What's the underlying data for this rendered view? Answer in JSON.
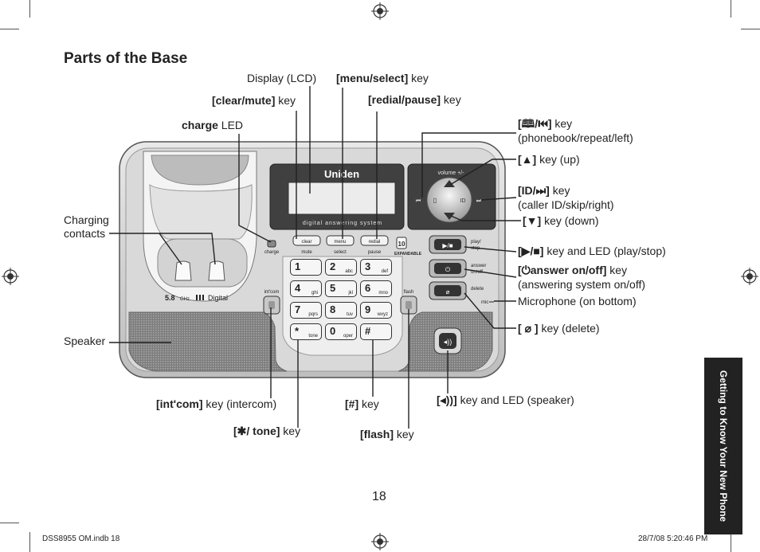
{
  "page": {
    "title": "Parts of the Base",
    "page_number": "18",
    "side_tab": "Getting to Know Your New Phone",
    "footer_left": "DSS8955 OM.indb   18",
    "footer_right": "28/7/08   5:20:46 PM"
  },
  "labels": {
    "display": "Display (LCD)",
    "menu_select_bold": "[menu/select]",
    "menu_select_rest": " key",
    "clear_mute_bold": "[clear/mute]",
    "clear_mute_rest": " key",
    "redial_pause_bold": "[redial/pause]",
    "redial_pause_rest": " key",
    "charge_bold": "charge",
    "charge_rest": " LED",
    "phonebook_rest": " key",
    "phonebook_line2": "(phonebook/repeat/left)",
    "up_rest": " key (up)",
    "callerid_rest": " key",
    "callerid_line2": "(caller ID/skip/right)",
    "down_rest": " key (down)",
    "playstop_rest": " key and LED (play/stop)",
    "answer_bold": "answer on/off]",
    "answer_rest": " key",
    "answer_line2": "(answering system on/off)",
    "microphone": "Microphone (on bottom)",
    "delete_rest": " key (delete)",
    "charging_contacts_line1": "Charging",
    "charging_contacts_line2": "contacts",
    "speaker": "Speaker",
    "intercom_bold": "[int'com]",
    "intercom_rest": " key (intercom)",
    "tone_bold": "/ tone]",
    "tone_rest": " key",
    "pound_bold": "[#]",
    "pound_rest": " key",
    "flash_bold": "[flash]",
    "flash_rest": " key",
    "speakerkey_rest": " key and LED (speaker)"
  },
  "device": {
    "brand": "Uniden",
    "volume": "volume +/-",
    "lcd_text": "digital answering system",
    "freq": "5.8",
    "ghz": "GHz",
    "digital": "Digital",
    "expandable": "EXPANDABLE",
    "badge": "10",
    "key_clear": "clear",
    "key_mute": "mute",
    "key_menu": "menu",
    "key_select": "select",
    "key_redial": "redial",
    "key_pause": "pause",
    "charge": "charge",
    "intcom": "int'com",
    "flash": "flash",
    "play_stop": "play/ stop",
    "answer_onoff": "answer on/off",
    "delete": "delete",
    "mic": "mic",
    "keypad": [
      {
        "d": "1",
        "l": ""
      },
      {
        "d": "2",
        "l": "abc"
      },
      {
        "d": "3",
        "l": "def"
      },
      {
        "d": "4",
        "l": "ghi"
      },
      {
        "d": "5",
        "l": "jkl"
      },
      {
        "d": "6",
        "l": "mno"
      },
      {
        "d": "7",
        "l": "pqrs"
      },
      {
        "d": "8",
        "l": "tuv"
      },
      {
        "d": "9",
        "l": "wxyz"
      },
      {
        "d": "*",
        "l": "tone"
      },
      {
        "d": "0",
        "l": "oper"
      },
      {
        "d": "#",
        "l": ""
      }
    ]
  }
}
